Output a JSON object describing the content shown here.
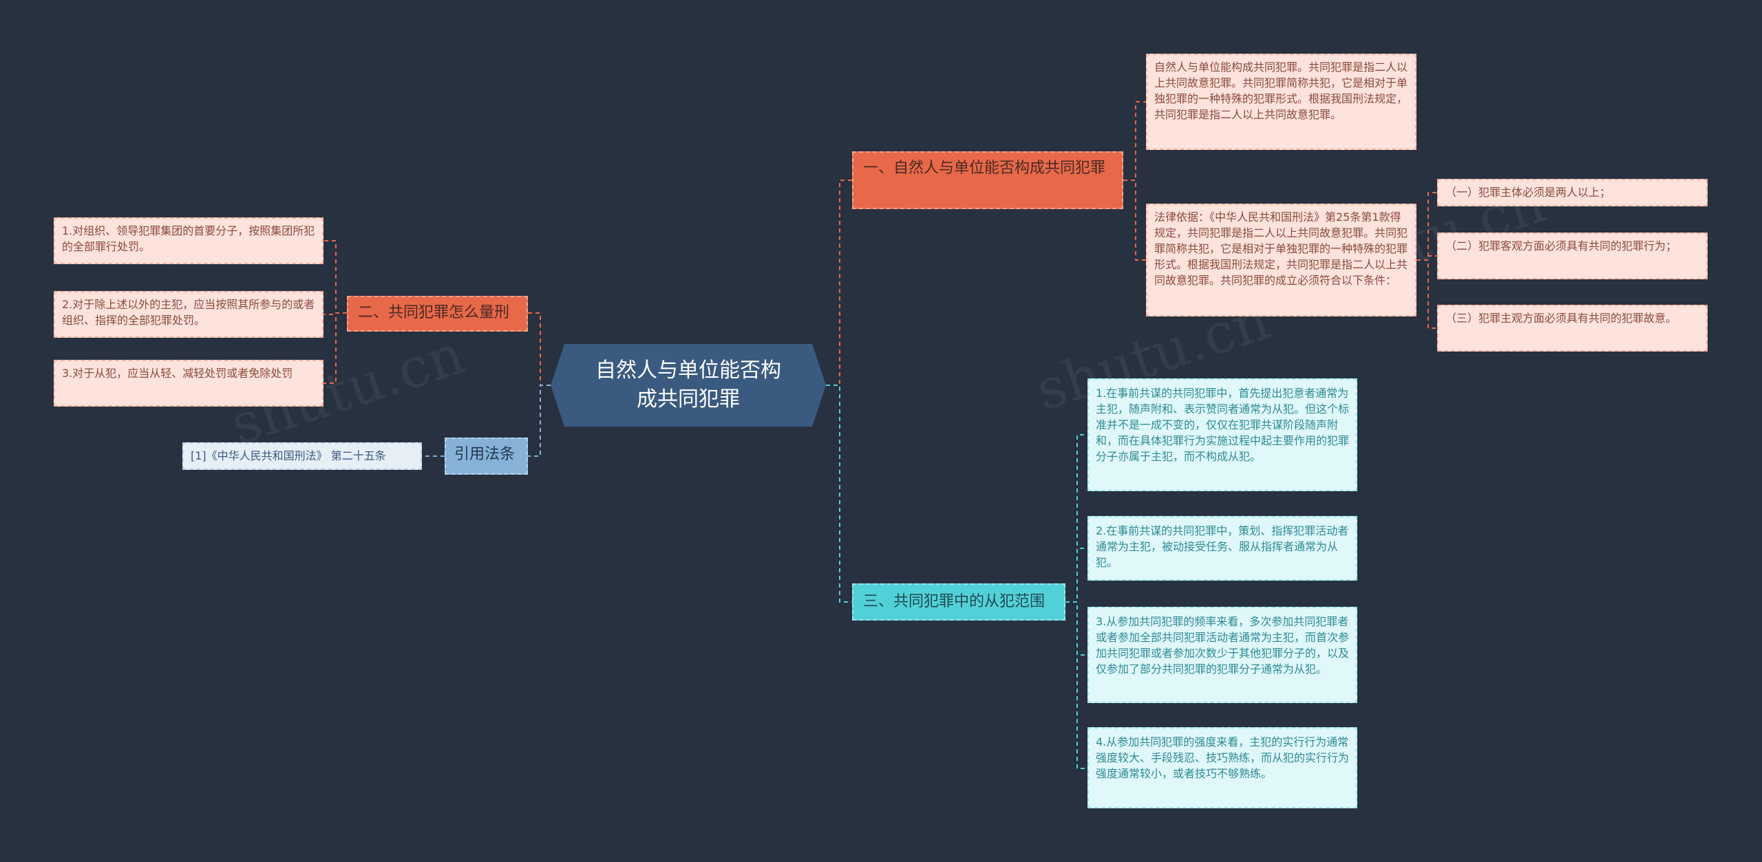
{
  "root": {
    "title": "自然人与单位能否构成共同犯罪"
  },
  "branches": {
    "b1": {
      "label": "一、自然人与单位能否构成共同犯罪",
      "items": [
        "自然人与单位能构成共同犯罪。共同犯罪是指二人以上共同故意犯罪。共同犯罪简称共犯，它是相对于单独犯罪的一种特殊的犯罪形式。根据我国刑法规定，共同犯罪是指二人以上共同故意犯罪。",
        "法律依据：《中华人民共和国刑法》第25条第1款得规定，共同犯罪是指二人以上共同故意犯罪。共同犯罪简称共犯，它是相对于单独犯罪的一种特殊的犯罪形式。根据我国刑法规定，共同犯罪是指二人以上共同故意犯罪。共同犯罪的成立必须符合以下条件："
      ],
      "sub_items": [
        "（一）犯罪主体必须是两人以上；",
        "（二）犯罪客观方面必须具有共同的犯罪行为；",
        "（三）犯罪主观方面必须具有共同的犯罪故意。"
      ]
    },
    "b2": {
      "label": "二、共同犯罪怎么量刑",
      "items": [
        "1.对组织、领导犯罪集团的首要分子，按照集团所犯的全部罪行处罚。",
        "2.对于除上述以外的主犯，应当按照其所参与的或者组织、指挥的全部犯罪处罚。",
        "3.对于从犯，应当从轻、减轻处罚或者免除处罚"
      ]
    },
    "b3": {
      "label": "三、共同犯罪中的从犯范围",
      "items": [
        "1.在事前共谋的共同犯罪中，首先提出犯意者通常为主犯，随声附和、表示赞同者通常为从犯。但这个标准并不是一成不变的，仅仅在犯罪共谋阶段随声附和，而在具体犯罪行为实施过程中起主要作用的犯罪分子亦属于主犯，而不构成从犯。",
        "2.在事前共谋的共同犯罪中，策划、指挥犯罪活动者通常为主犯，被动接受任务、服从指挥者通常为从犯。",
        "3.从参加共同犯罪的频率来看，多次参加共同犯罪者或者参加全部共同犯罪活动者通常为主犯，而首次参加共同犯罪或者参加次数少于其他犯罪分子的，以及仅参加了部分共同犯罪的犯罪分子通常为从犯。",
        "4.从参加共同犯罪的强度来看，主犯的实行行为通常强度较大、手段残忍、技巧熟练，而从犯的实行行为强度通常较小，或者技巧不够熟练。"
      ]
    },
    "b4": {
      "label": "引用法条",
      "items": [
        "[1]《中华人民共和国刑法》 第二十五条"
      ]
    }
  },
  "colors": {
    "background": "#273140",
    "root": "#3a5a80",
    "red_branch": "#e8684a",
    "cyan_branch": "#52d0d8",
    "blue_branch": "#87b2d8"
  }
}
